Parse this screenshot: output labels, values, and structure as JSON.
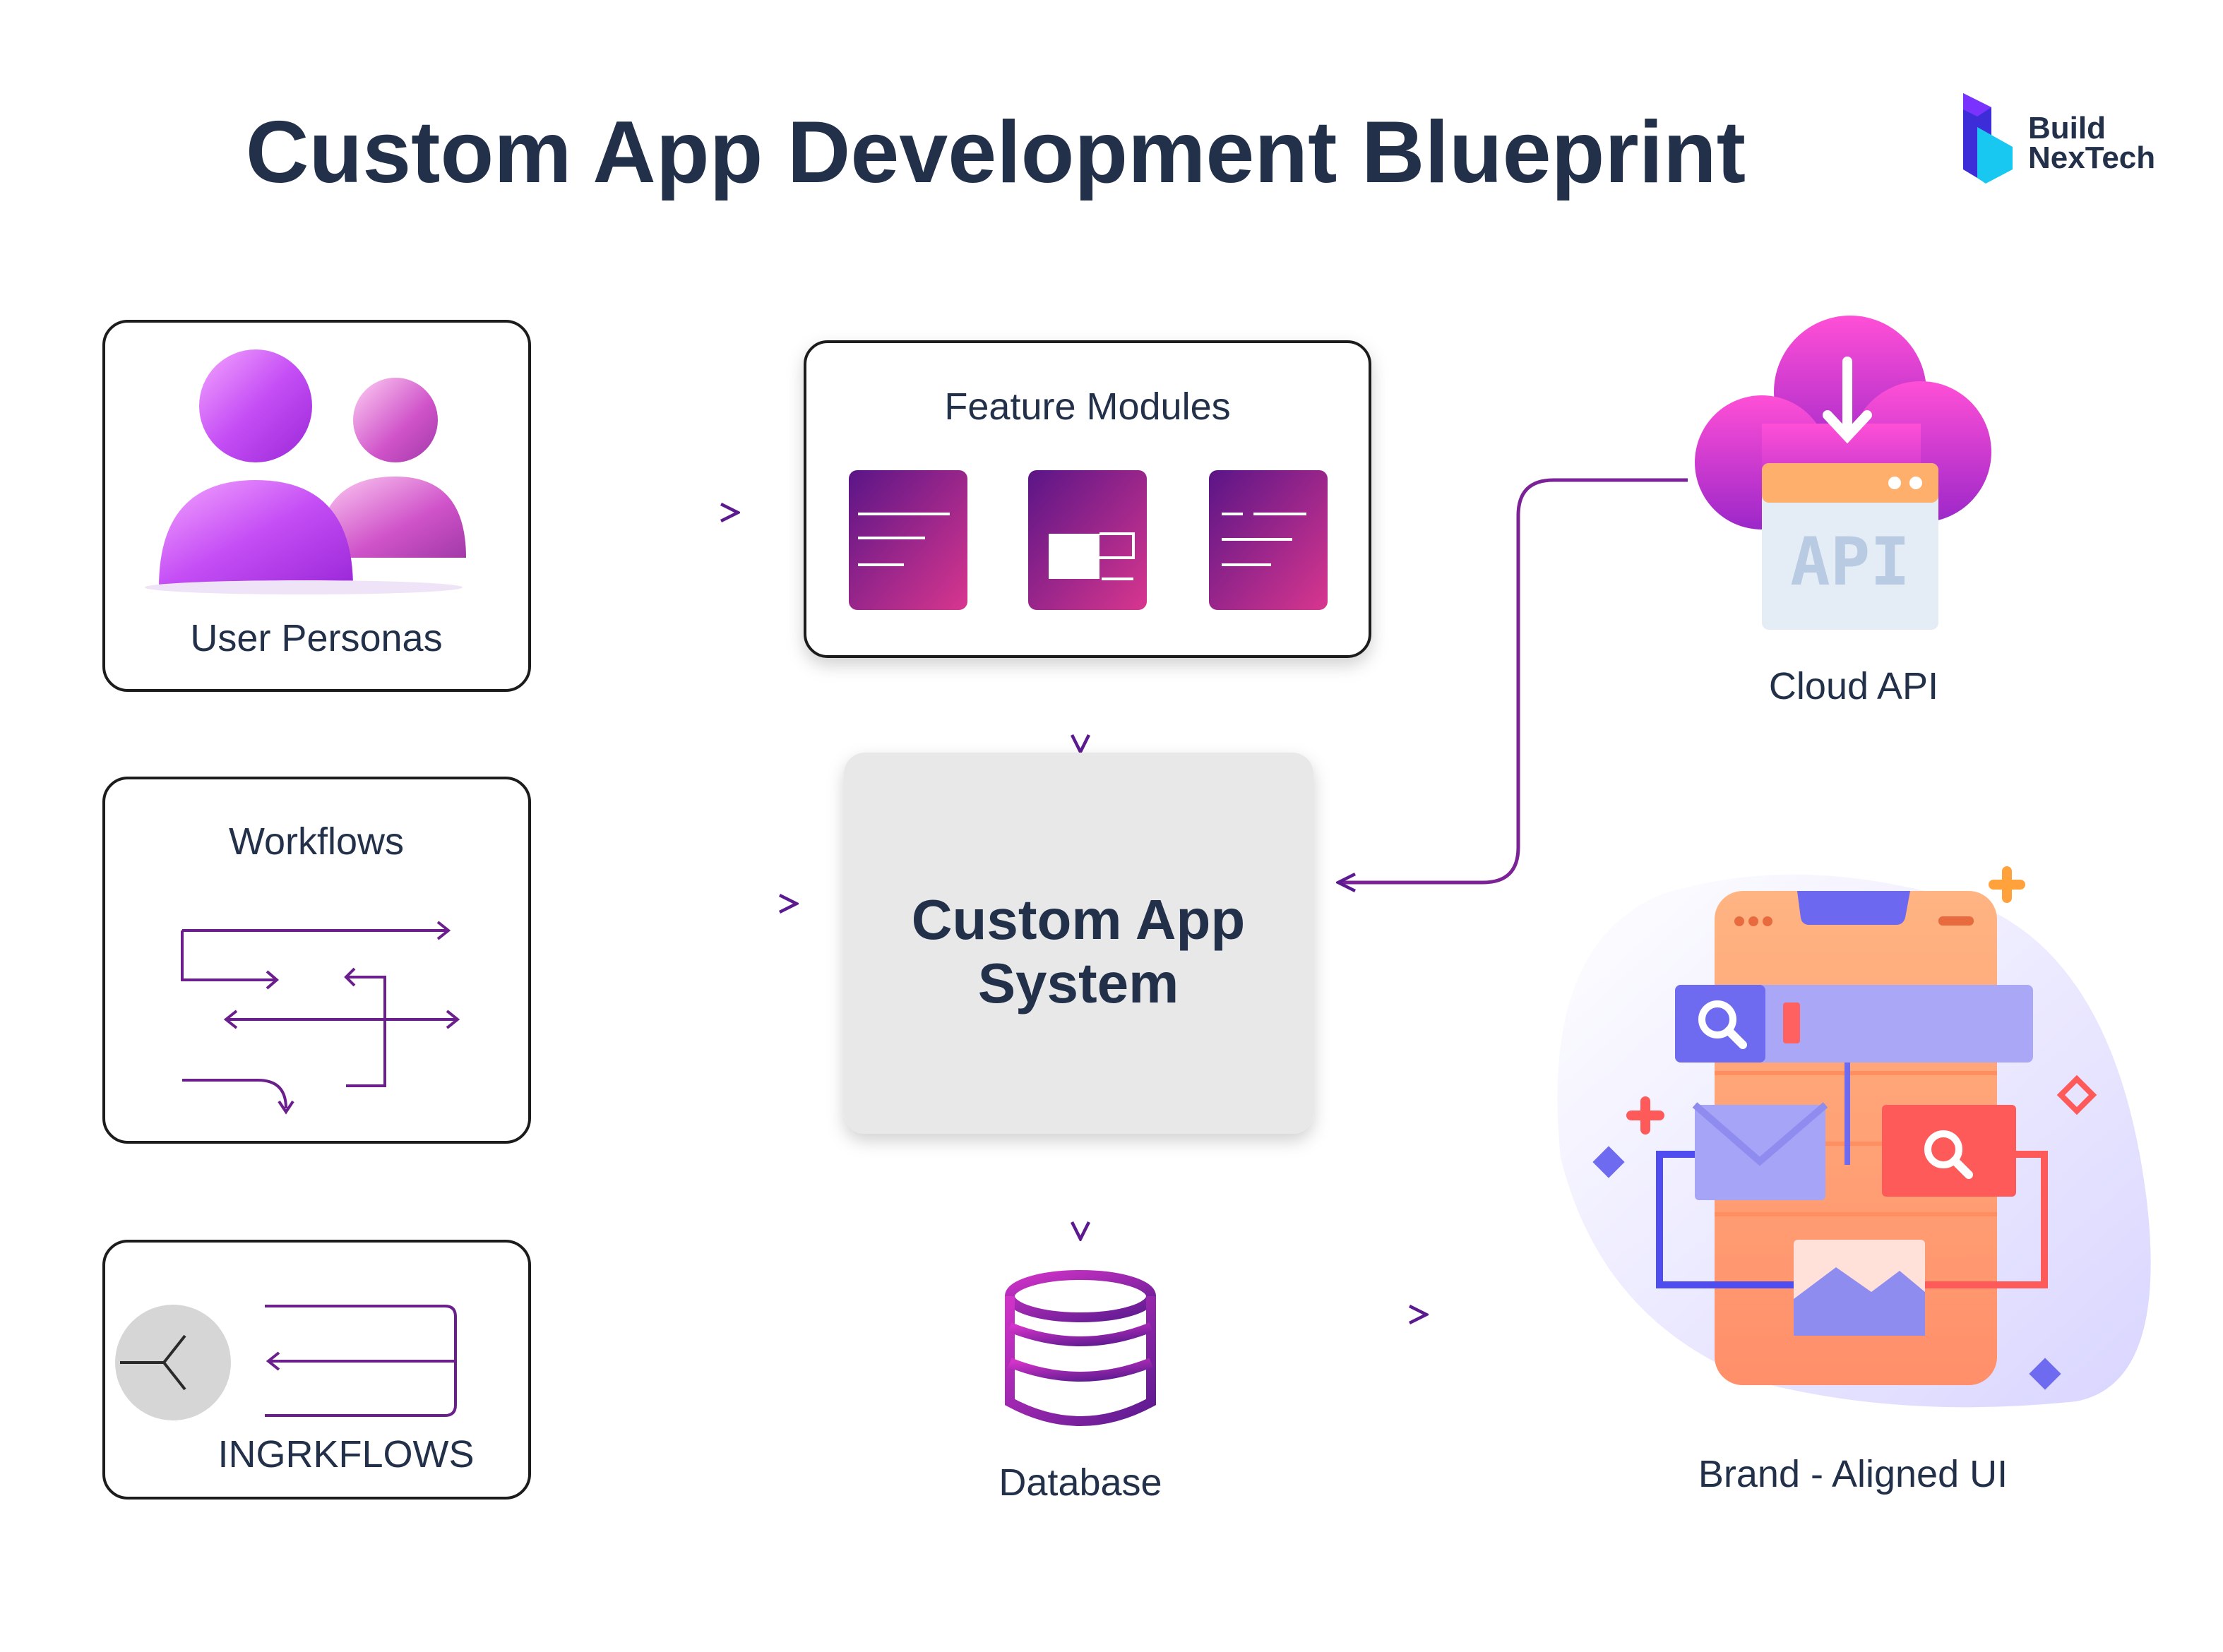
{
  "title": "Custom App Development Blueprint",
  "brand": {
    "line1": "Build",
    "line2": "NexTech"
  },
  "nodes": {
    "user_personas": "User Personas",
    "workflows": "Workflows",
    "ingrkflows": "INGRKFLOWS",
    "feature_modules": "Feature Modules",
    "core": {
      "line1": "Custom App",
      "line2": "System"
    },
    "database": "Database",
    "cloud_api": "Cloud API",
    "api_badge": "API",
    "brand_ui": "Brand - Aligned UI"
  },
  "edges": [
    {
      "from": "User Personas",
      "to": "Feature Modules"
    },
    {
      "from": "Feature Modules",
      "to": "Custom App System"
    },
    {
      "from": "Workflows",
      "to": "Custom App System"
    },
    {
      "from": "Cloud API",
      "to": "Custom App System"
    },
    {
      "from": "Custom App System",
      "to": "Database"
    },
    {
      "from": "Database",
      "to": "Brand - Aligned UI"
    }
  ],
  "colors": {
    "title": "#22304a",
    "purple": "#5b1a8f",
    "magenta": "#e0338f",
    "violet": "#8b2cf5",
    "pink": "#f23bb6",
    "core_fill": "#e8e8e8",
    "phone_orange": "#ff9a6a"
  }
}
